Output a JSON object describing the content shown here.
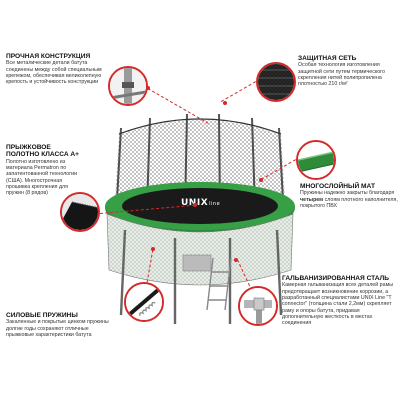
{
  "features": [
    {
      "id": "frame",
      "title": "ПРОЧНАЯ КОНСТРУКЦИЯ",
      "desc": "Все металические детали батута соединены между собой специальным крепежом, обеспечивая великолепную крепость и устойчивость конструкции"
    },
    {
      "id": "net",
      "title": "ЗАЩИТНАЯ СЕТЬ",
      "desc": "Особая технология изготовления защитной сети путем термического скрепления нитей полипропилена плотностью 210 г/м²"
    },
    {
      "id": "mat",
      "title": "ПРЫЖКОВОЕ ПОЛОТНО КЛАССА А+",
      "desc": "Полотно изготовлено из материала Permatron по запатентованной технологии (США). Многострочная прошивка крепления для пружин (8 рядов)"
    },
    {
      "id": "pad",
      "title": "МНОГОСЛОЙНЫЙ МАТ",
      "desc_pre": "Пружины надежно закрыты благодаря ",
      "desc_bold": "четырем",
      "desc_post": " слоям плотного наполнителя, покрытого ПВХ"
    },
    {
      "id": "springs",
      "title": "СИЛОВЫЕ ПРУЖИНЫ",
      "desc": "Закаленные и покрытые цинком пружины долгие годы сохраняют отличные прыжковые характеристики батута"
    },
    {
      "id": "steel",
      "title": "ГАЛЬВАНИЗИРОВАННАЯ СТАЛЬ",
      "desc": "Камерная гальванизация всех деталей рамы предотвращает возникновение коррозии, а разработанный специалистами UNIX Line \"T connector\" (толщина стали 2,2мм) скрепляет раму и опоры батута, придавая дополнительную жесткость в местах соединения"
    }
  ],
  "brand": {
    "logo": "UNIX",
    "sub": "line"
  },
  "colors": {
    "accent": "#d42a2a",
    "green": "#2e8b3a",
    "black": "#1a1a1a"
  }
}
